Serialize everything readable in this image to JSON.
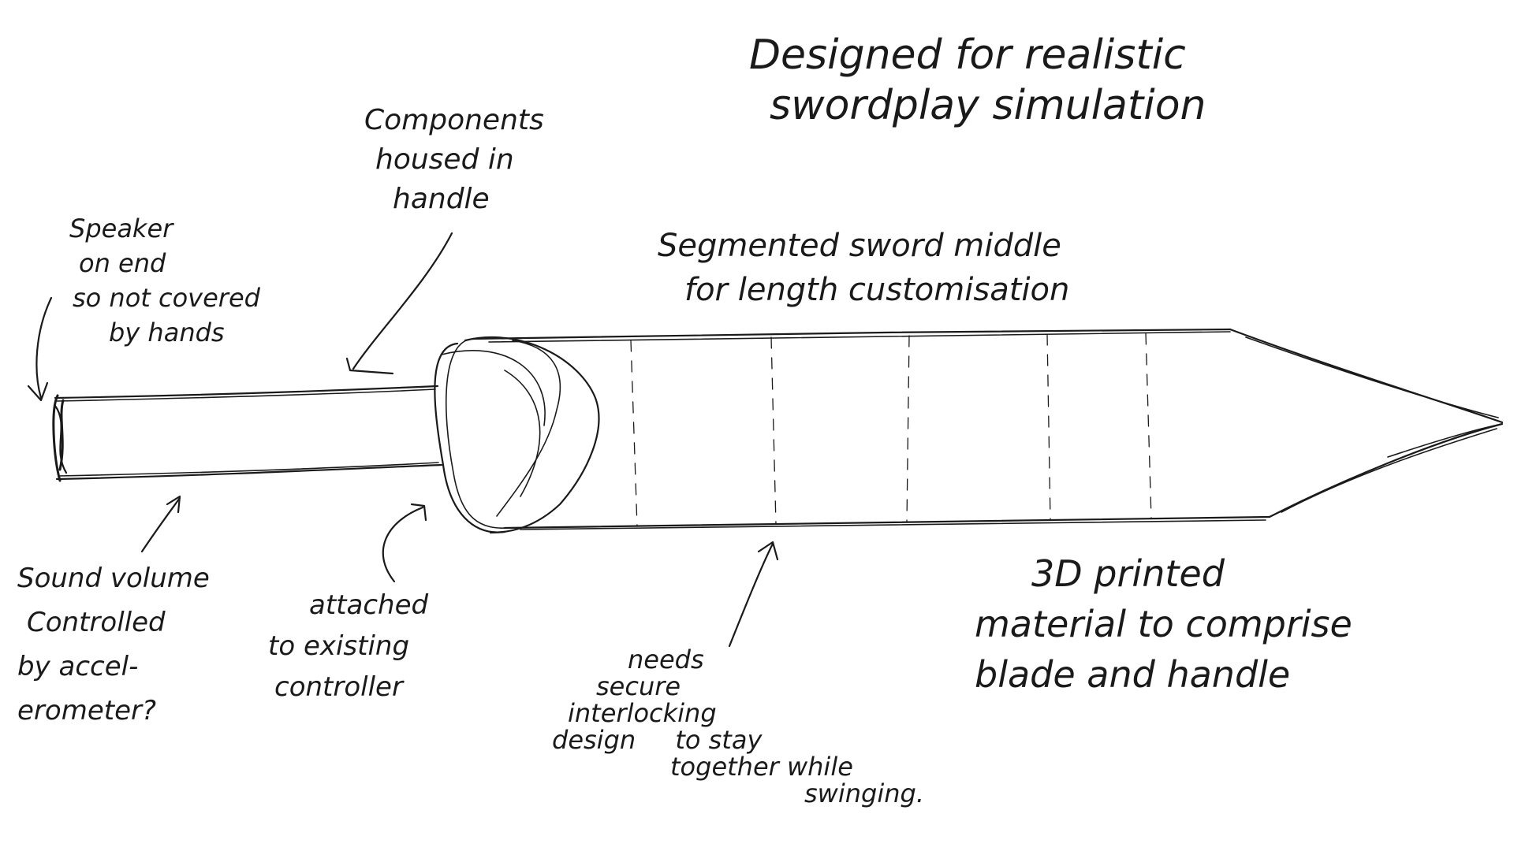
{
  "title": {
    "line1": "Designed for realistic",
    "line2": "swordplay simulation"
  },
  "annotations": {
    "components": [
      "Components",
      "housed in",
      "handle"
    ],
    "speaker": [
      "Speaker",
      "on end",
      "so not covered",
      "by hands"
    ],
    "segmented": [
      "Segmented sword middle",
      "for length customisation"
    ],
    "sound_volume": [
      "Sound volume",
      "Controlled",
      "by accel-",
      "erometer?"
    ],
    "attached": [
      "attached",
      "to existing",
      "controller"
    ],
    "interlocking": [
      "needs",
      "secure",
      "interlocking",
      "design",
      "to stay",
      "together while",
      "swinging."
    ],
    "printed": [
      "3D printed",
      "material to comprise",
      "blade and handle"
    ]
  },
  "colors": {
    "ink": "#1a1a1a",
    "paper": "#ffffff"
  }
}
